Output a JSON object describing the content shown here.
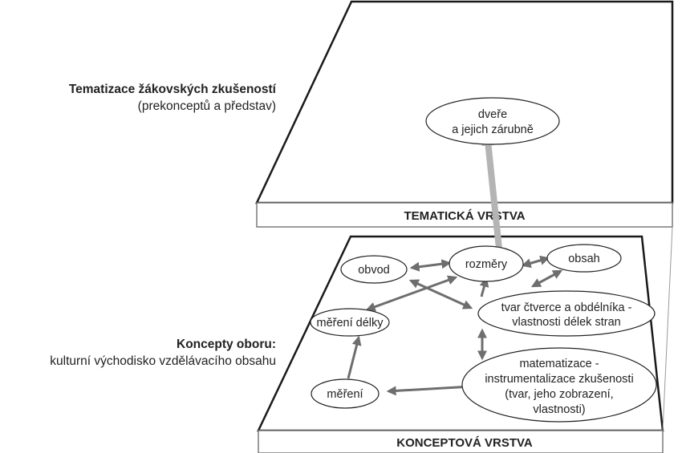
{
  "upper_side_label": {
    "title": "Tematizace žákovských zkušeností",
    "subtitle": "(prekonceptů a představ)"
  },
  "lower_side_label": {
    "title": "Koncepty oboru:",
    "subtitle": "kulturní východisko vzdělávacího obsahu"
  },
  "layers": {
    "top": "TEMATICKÁ VRSTVA",
    "bottom": "KONCEPTOVÁ VRSTVA"
  },
  "nodes": {
    "dvere": [
      "dveře",
      "a jejich zárubně"
    ],
    "rozmery": [
      "rozměry"
    ],
    "obvod": [
      "obvod"
    ],
    "obsah": [
      "obsah"
    ],
    "mereni_delky": [
      "měření délky"
    ],
    "tvar": [
      "tvar čtverce a obdélníka -",
      "vlastnosti délek stran"
    ],
    "matematizace": [
      "matematizace -",
      "instrumentalizace zkušenosti",
      "(tvar, jeho zobrazení,",
      "vlastnosti)"
    ],
    "mereni": [
      "měření"
    ]
  },
  "colors": {
    "outline": "#1a1a1a",
    "arrow": "#6e6e6e",
    "link_arrow": "#b4b4b4"
  }
}
